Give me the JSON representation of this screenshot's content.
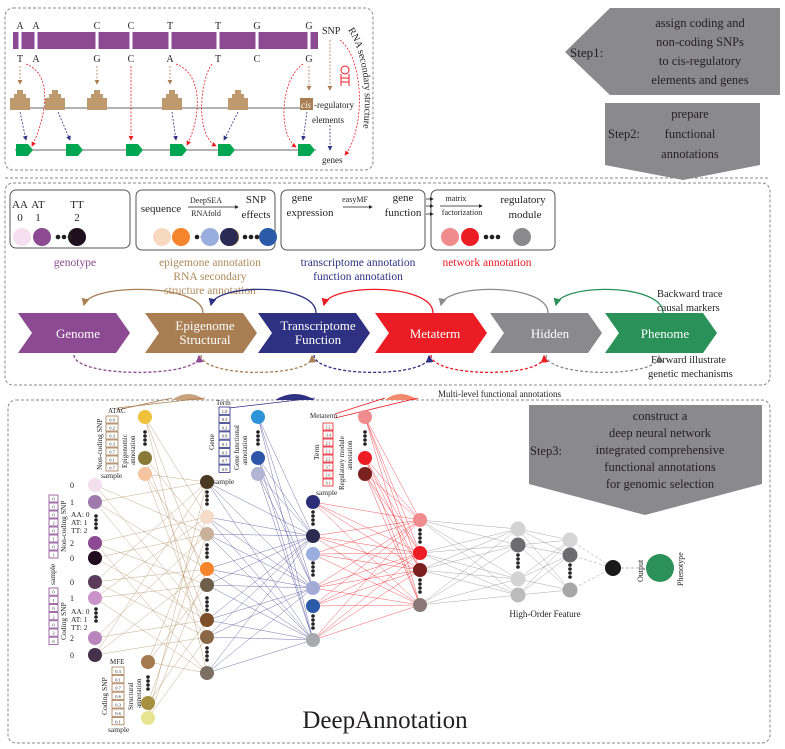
{
  "step1": {
    "label": "Step1:",
    "lines": [
      "assign coding and",
      "non-coding SNPs",
      "to cis-regulatory",
      "elements and genes"
    ]
  },
  "step2": {
    "label": "Step2:",
    "lines": [
      "prepare",
      "functional",
      "annotations"
    ]
  },
  "step3": {
    "label": "Step3:",
    "lines": [
      "construct a",
      "deep neural network",
      "integrated comprehensive",
      "functional annotations",
      "for genomic selection"
    ]
  },
  "panel1": {
    "top_bases": [
      "A",
      "A",
      "C",
      "C",
      "T",
      "T",
      "G",
      "G"
    ],
    "bottom_bases": [
      "T",
      "A",
      "G",
      "C",
      "A",
      "T",
      "C",
      "G"
    ],
    "snp": "SNP",
    "cis": "cis",
    "regulatory": "-regulatory",
    "elements": "elements",
    "genes": "genes",
    "rna_secondary_structure": "RNA secondary structure"
  },
  "panel2": {
    "box1": {
      "aa": "AA",
      "aa_val": "0",
      "at": "AT",
      "at_val": "1",
      "tt": "TT",
      "tt_val": "2"
    },
    "box2": {
      "sequence": "sequence",
      "deepsea": "DeepSEA",
      "rnafold": "RNAfold",
      "snp": "SNP",
      "effects": "effects"
    },
    "box3": {
      "gene1": "gene",
      "expression": "expression",
      "easymf": "easyMF",
      "gene2": "gene",
      "function": "function"
    },
    "box4": {
      "matrix": "matrix",
      "factorization": "factorization",
      "regulatory": "regulatory",
      "module": "module"
    },
    "labels": {
      "genotype": "genotype",
      "epigenome": "epigemone  annotation",
      "rna": "RNA  secondary",
      "structure": "structure  annotation",
      "transcriptome": "transcriptome annotation",
      "function": "function annotation",
      "network": "network annotation"
    },
    "stages": [
      {
        "lines": [
          "Genome"
        ],
        "color": "#8b4a91"
      },
      {
        "lines": [
          "Epigenome",
          "Structural"
        ],
        "color": "#a87e52"
      },
      {
        "lines": [
          "Transcriptome",
          "Function"
        ],
        "color": "#2e3182"
      },
      {
        "lines": [
          "Metaterm"
        ],
        "color": "#ec1c24"
      },
      {
        "lines": [
          "Hidden"
        ],
        "color": "#8a8a8c"
      },
      {
        "lines": [
          "Phenome"
        ],
        "color": "#2a9158"
      }
    ],
    "backward": [
      "Backward trace",
      "causal markers"
    ],
    "forward": [
      "Forward illustrate",
      "genetic mechanisms"
    ],
    "circle_colors": {
      "genotype": [
        "#f5dff0",
        "#8b4a91",
        "#20101f"
      ],
      "epigenome": [
        "#f7d9c0",
        "#f5842c",
        "#7d4e2a"
      ],
      "transcriptome": [
        "#9aaede",
        "#2a2b55",
        "#2a5aa8"
      ],
      "network": [
        "#f18c8e",
        "#ec1c24",
        "#8a8a8c"
      ]
    }
  },
  "panel3": {
    "multilevel": "Multi-level functional annotations",
    "atac": {
      "header": "ATAC",
      "values": [
        "0.9",
        "0.2",
        "0.3",
        "0.3",
        "0.7",
        "0.1",
        "0.7"
      ],
      "side": "Non-coding SNP",
      "annot": [
        "Epigenomic",
        "annotation"
      ],
      "sample": "sample"
    },
    "gene": {
      "header": "Term",
      "values": [
        "1.0",
        "0.3",
        "0.2",
        "0.8",
        "0.1",
        "0.3",
        "0.7",
        "0.9"
      ],
      "side": "Gene",
      "annot": [
        "Gene functional",
        "annotation"
      ],
      "sample": "sample"
    },
    "meta": {
      "header": "Metaterm",
      "values": [
        "1.2",
        "-1.4",
        "2.1",
        "1.1",
        "2.2",
        "3.7",
        "1.0",
        "0.1"
      ],
      "side": "Term",
      "annot": [
        "Regulatory module",
        "annotation"
      ],
      "sample": "sample"
    },
    "noncoding": {
      "values": [
        "0",
        "0",
        "0",
        "2",
        "0",
        "1",
        "0",
        "1"
      ],
      "side": "Non-coding SNP",
      "codes": [
        "AA: 0",
        "AT: 1",
        "TT: 2"
      ],
      "node_labels": [
        "0",
        "1",
        "2",
        "0"
      ]
    },
    "coding": {
      "values": [
        "0",
        "1",
        "0",
        "2",
        "0",
        "2",
        "0"
      ],
      "side": "Coding SNP",
      "codes": [
        "AA: 0",
        "AT: 1",
        "TT: 2"
      ],
      "node_labels": [
        "0",
        "1",
        "2",
        "0"
      ]
    },
    "sample_vertical": "sample",
    "mfe": {
      "header": "MFE",
      "values": [
        "0.3",
        "0.1",
        "0.7",
        "0.6",
        "0.3",
        "0.6",
        "0.1"
      ],
      "side": "Coding SNP",
      "annot": [
        "Structural",
        "annotation"
      ],
      "sample": "sample"
    },
    "high_order": "High-Order Feature",
    "output": "Output",
    "phenotype": "Phenotype",
    "title": "DeepAnnotation",
    "node_colors": {
      "inputs": [
        "#f3dfee",
        "#a07aad",
        "#8b4a91",
        "#200e20",
        "#5b3d5b",
        "#cb94c8",
        "#b985bd",
        "#45324a"
      ],
      "epigenomic": [
        "#efc23a",
        "#8a7a37",
        "#f5c4a0"
      ],
      "structural": [
        "#a57a4f",
        "#a5913f",
        "#e8e592"
      ],
      "hidden1": [
        "#4b3a22",
        "#f5dcc9",
        "#c9b09b",
        "#f5842c",
        "#6e5e4c",
        "#7d4e2a",
        "#8a6846",
        "#7c6f63"
      ],
      "gene": [
        "#2e93d7",
        "#2e56a8",
        "#b1b4d3"
      ],
      "hidden2": [
        "#2c2e78",
        "#2a2b4e",
        "#9aaede",
        "#a3aad6",
        "#2a5aa8",
        "#a7a9ac"
      ],
      "metaterm": [
        "#f18c8e",
        "#ec1c24",
        "#7a2120"
      ],
      "hidden3": [
        "#f18c8e",
        "#ec1c24",
        "#7a2120",
        "#8a7878"
      ],
      "hof1": [
        "#d3d3d3",
        "#6d6d6f",
        "#d3d3d3",
        "#bcbcbc"
      ],
      "hof2": [
        "#d5d5d5",
        "#6d6d6f",
        "#a7a7a7"
      ],
      "output": "#1a1a1a",
      "phenotype": "#2a9158"
    }
  }
}
